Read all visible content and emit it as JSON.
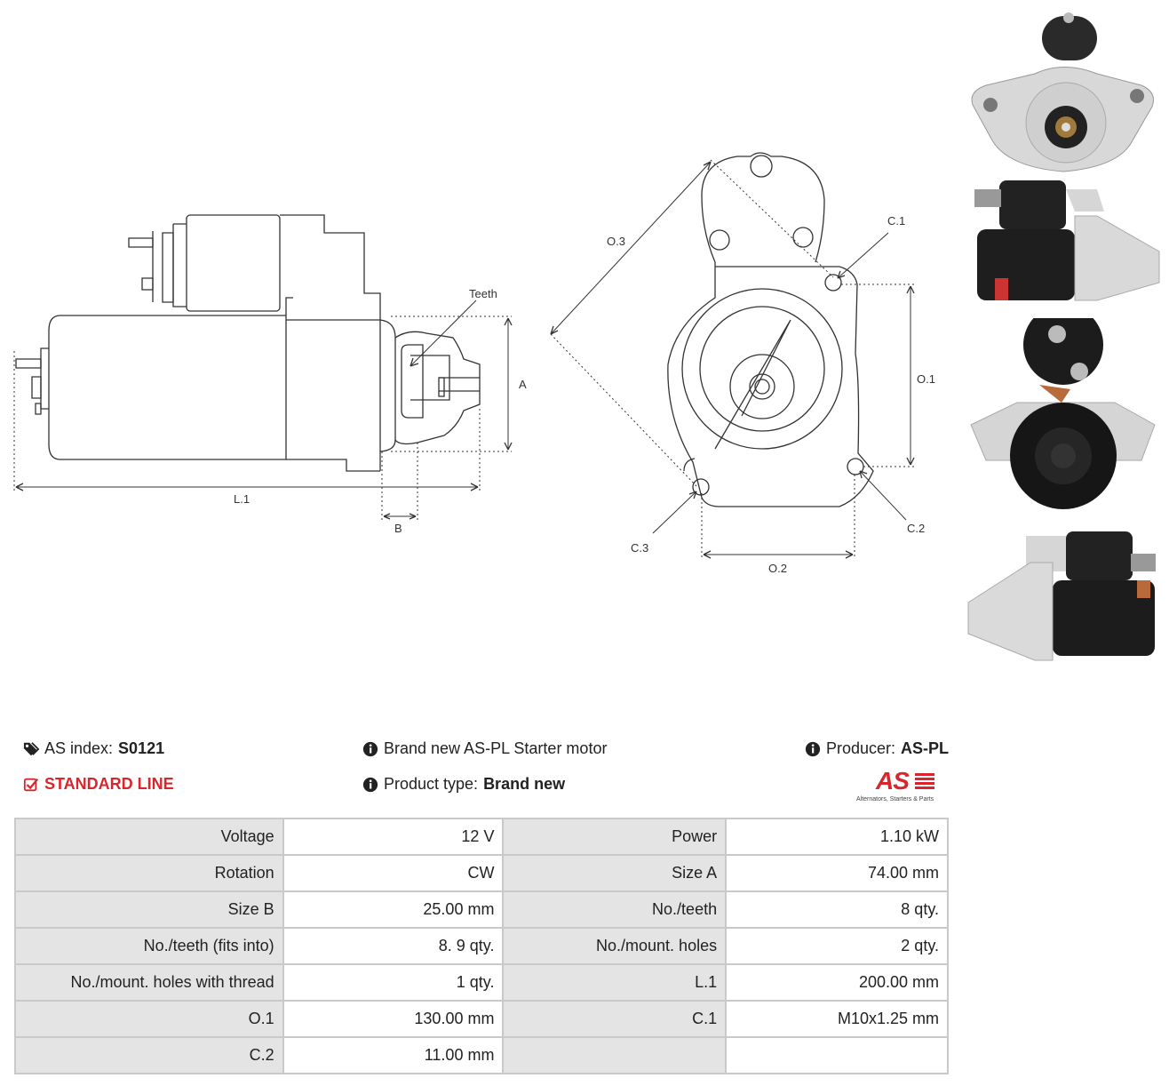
{
  "drawing": {
    "side_view": {
      "label_teeth": "Teeth",
      "label_a": "A",
      "label_l1": "L.1",
      "label_b": "B"
    },
    "front_view": {
      "label_o3": "O.3",
      "label_c1": "C.1",
      "label_o1": "O.1",
      "label_c2": "C.2",
      "label_c3": "C.3",
      "label_o2": "O.2"
    }
  },
  "product": {
    "as_index_label": "AS index:",
    "as_index_value": "S0121",
    "line": "STANDARD LINE",
    "description": "Brand new AS-PL Starter motor",
    "product_type_label": "Product type:",
    "product_type_value": "Brand new",
    "producer_label": "Producer:",
    "producer_value": "AS-PL",
    "logo_text": "AS",
    "logo_tagline": "Alternators, Starters & Parts"
  },
  "specs": [
    {
      "l1": "Voltage",
      "v1": "12 V",
      "l2": "Power",
      "v2": "1.10 kW"
    },
    {
      "l1": "Rotation",
      "v1": "CW",
      "l2": "Size A",
      "v2": "74.00 mm"
    },
    {
      "l1": "Size B",
      "v1": "25.00 mm",
      "l2": "No./teeth",
      "v2": "8 qty."
    },
    {
      "l1": "No./teeth (fits into)",
      "v1": "8. 9 qty.",
      "l2": "No./mount. holes",
      "v2": "2 qty."
    },
    {
      "l1": "No./mount. holes with thread",
      "v1": "1 qty.",
      "l2": "L.1",
      "v2": "200.00 mm"
    },
    {
      "l1": "O.1",
      "v1": "130.00 mm",
      "l2": "C.1",
      "v2": "M10x1.25 mm"
    },
    {
      "l1": "C.2",
      "v1": "11.00 mm",
      "l2": "",
      "v2": ""
    }
  ],
  "colors": {
    "accent_red": "#d8262c",
    "label_cell_bg": "#e4e4e4",
    "border": "#c9c9c9"
  }
}
